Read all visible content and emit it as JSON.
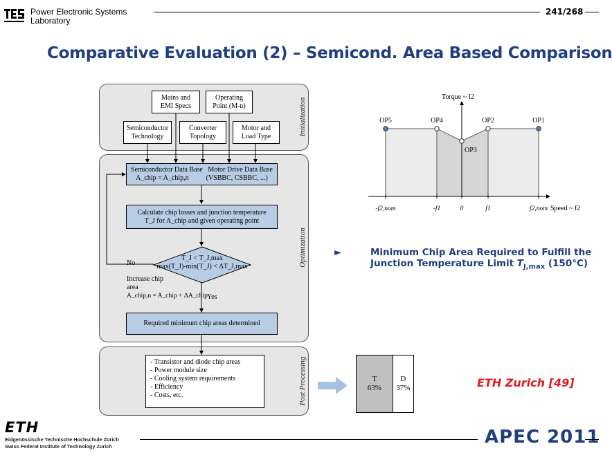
{
  "header": {
    "lab_line1": "Power Electronic Systems",
    "lab_line2": "Laboratory",
    "page_number": "241/268"
  },
  "title": "Comparative Evaluation (2) – Semicond. Area Based Comparison",
  "flowchart": {
    "sections": {
      "initialization": "Initialization",
      "optimization": "Optimization",
      "post_processing": "Post Processing"
    },
    "boxes": {
      "mains": [
        "Mains and",
        "EMI Specs"
      ],
      "operating_point": [
        "Operating",
        "Point (M-n)"
      ],
      "semiconductor_tech": [
        "Semiconductor",
        "Technology"
      ],
      "converter_topology": [
        "Converter",
        "Topology"
      ],
      "motor_load": [
        "Motor and",
        "Load Type"
      ],
      "data_base_line1": "Semiconductor Data Base   Motor Drive Data Base",
      "data_base_line2": "A_chip = A_chip,n          (VSBBC, CSBBC, ...)",
      "calc_line1": "Calculate chip losses and junction temperature",
      "calc_line2": "T_J for A_chip and given operating point",
      "decision_line1": "T_J < T_J,max",
      "decision_line2": "max(T_J)-min(T_J) < ΔT_J,max",
      "required": "Required minimum chip areas determined",
      "post_items": [
        "- Transistor and diode chip areas",
        "- Power module size",
        "- Cooling system requirements",
        "- Efficiency",
        "- Costs, etc."
      ]
    },
    "labels": {
      "no": "No",
      "yes": "Yes",
      "increase_line1": "Increase chip",
      "increase_line2": "area",
      "increase_formula": "A_chip,n = A_chip + ΔA_chip"
    }
  },
  "chart_data": {
    "type": "line",
    "title": "",
    "ylabel": "Torque ~ I2",
    "xlabel": "Speed ~ f2",
    "x_tick_labels": [
      "-f2,nom",
      "-f1",
      "0",
      "f1",
      "f2,nom"
    ],
    "points": [
      {
        "name": "OP5",
        "x": "-f2,nom",
        "y": "high",
        "marker": "filled"
      },
      {
        "name": "OP4",
        "x": "-f1",
        "y": "high",
        "marker": "open"
      },
      {
        "name": "OP3",
        "x": "0",
        "y": "dip",
        "marker": "open"
      },
      {
        "name": "OP2",
        "x": "f1",
        "y": "high",
        "marker": "open"
      },
      {
        "name": "OP1",
        "x": "f2,nom",
        "y": "high",
        "marker": "filled"
      }
    ]
  },
  "bullet": {
    "symbol": "►",
    "line1": "Minimum Chip Area Required to Fulfill the",
    "line2_prefix": "Junction Temperature Limit ",
    "line2_var": "T",
    "line2_sub": "J,max",
    "line2_suffix": " (150°C)"
  },
  "area_split": {
    "t_label": "T",
    "t_value": "63%",
    "d_label": "D",
    "d_value": "37%",
    "t_fraction": 0.63,
    "t_color": "#c0c0c0"
  },
  "reference": "ETH Zurich [49]",
  "footer": {
    "eth_logo": "ETH",
    "eth_line1": "Eidgenössische Technische Hochschule Zürich",
    "eth_line2": "Swiss Federal Institute of Technology Zurich",
    "conference": "APEC 2011"
  },
  "colors": {
    "title_blue": "#1f3f7f",
    "box_blue": "#b8cce4",
    "accent_red": "#e0191e",
    "section_gray": "#e6e6e6"
  }
}
